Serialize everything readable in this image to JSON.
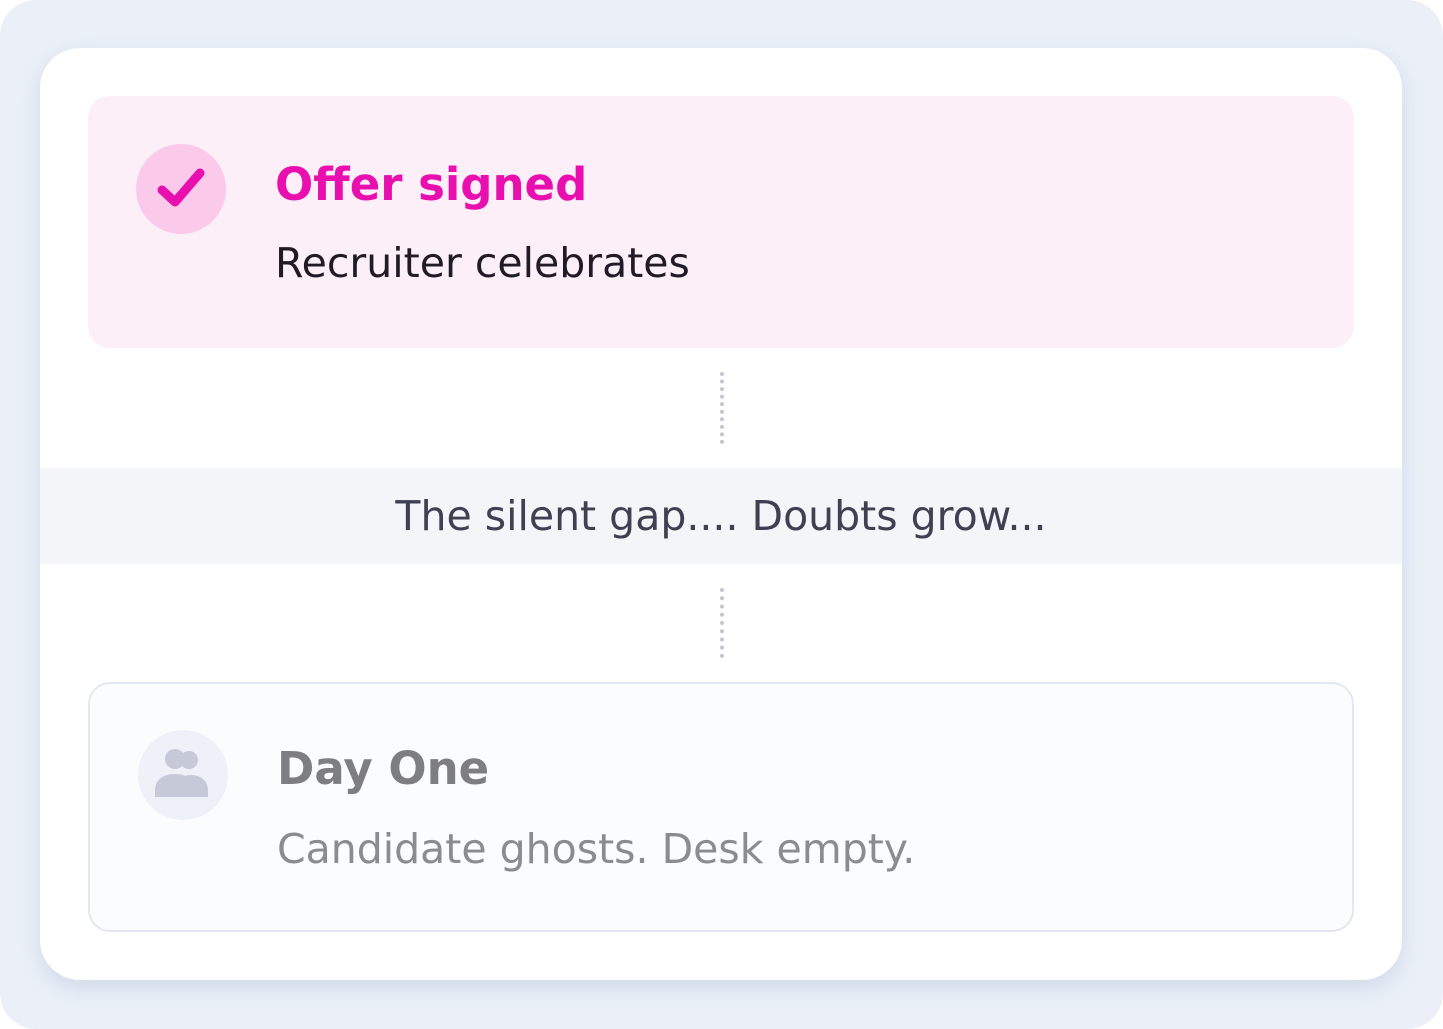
{
  "colors": {
    "page_background": "#ebf0f8",
    "card_background": "#ffffff",
    "accent": "#e80fae",
    "accent_soft": "#fbc9ea",
    "active_step_background": "#fdeff8",
    "pending_icon": "#c6c9d8",
    "muted_text": "#7d7d82"
  },
  "timeline": {
    "steps": [
      {
        "status": "complete",
        "icon": "check-icon",
        "title": "Offer signed",
        "subtitle": "Recruiter celebrates"
      },
      {
        "status": "pending",
        "icon": "people-icon",
        "title": "Day One",
        "subtitle": "Candidate ghosts. Desk empty."
      }
    ],
    "gap": {
      "text": "The silent gap.... Doubts grow..."
    }
  }
}
